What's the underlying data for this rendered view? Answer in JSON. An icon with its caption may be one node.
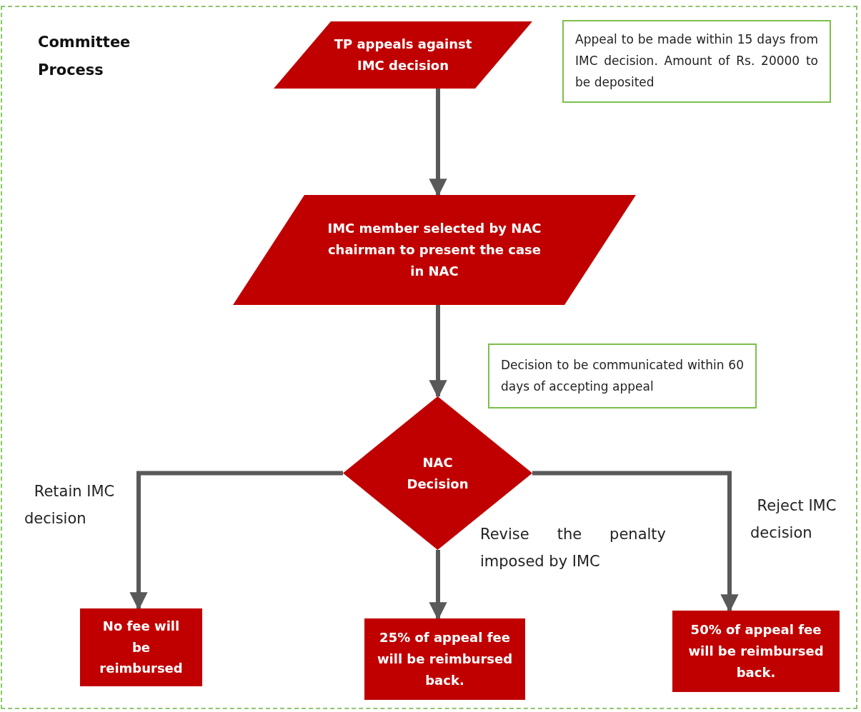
{
  "diagram": {
    "title": "Committee Process",
    "nodes": [
      {
        "text": [
          "TP appeals against IMC decision"
        ]
      },
      {
        "text": [
          "Appeal to be made within 15 days from IMC decision. Amount of Rs. 20000 to be deposited"
        ]
      },
      {
        "text": [
          "IMC member selected by NAC chairman to present the case in NAC"
        ]
      },
      {
        "text": [
          "Decision to be communicated within 60 days of accepting appeal"
        ]
      },
      {
        "text": [
          "NAC Decision"
        ]
      },
      {
        "text": [
          "No fee will be reimbursed"
        ]
      },
      {
        "text": [
          "25% of appeal fee will be reimbursed back."
        ]
      },
      {
        "text": [
          "50% of appeal fee will be reimbursed back."
        ]
      }
    ],
    "edges": [
      {
        "from": 0,
        "to": 2,
        "arrow": "to"
      },
      {
        "from": 2,
        "to": 4,
        "arrow": "to"
      },
      {
        "from": 4,
        "to": 5,
        "arrow": "to",
        "label": "Retain IMC decision"
      },
      {
        "from": 4,
        "to": 6,
        "arrow": "to",
        "label": "Revise the penalty imposed by IMC"
      },
      {
        "from": 4,
        "to": 7,
        "arrow": "to",
        "label": "Reject IMC decision"
      }
    ]
  }
}
